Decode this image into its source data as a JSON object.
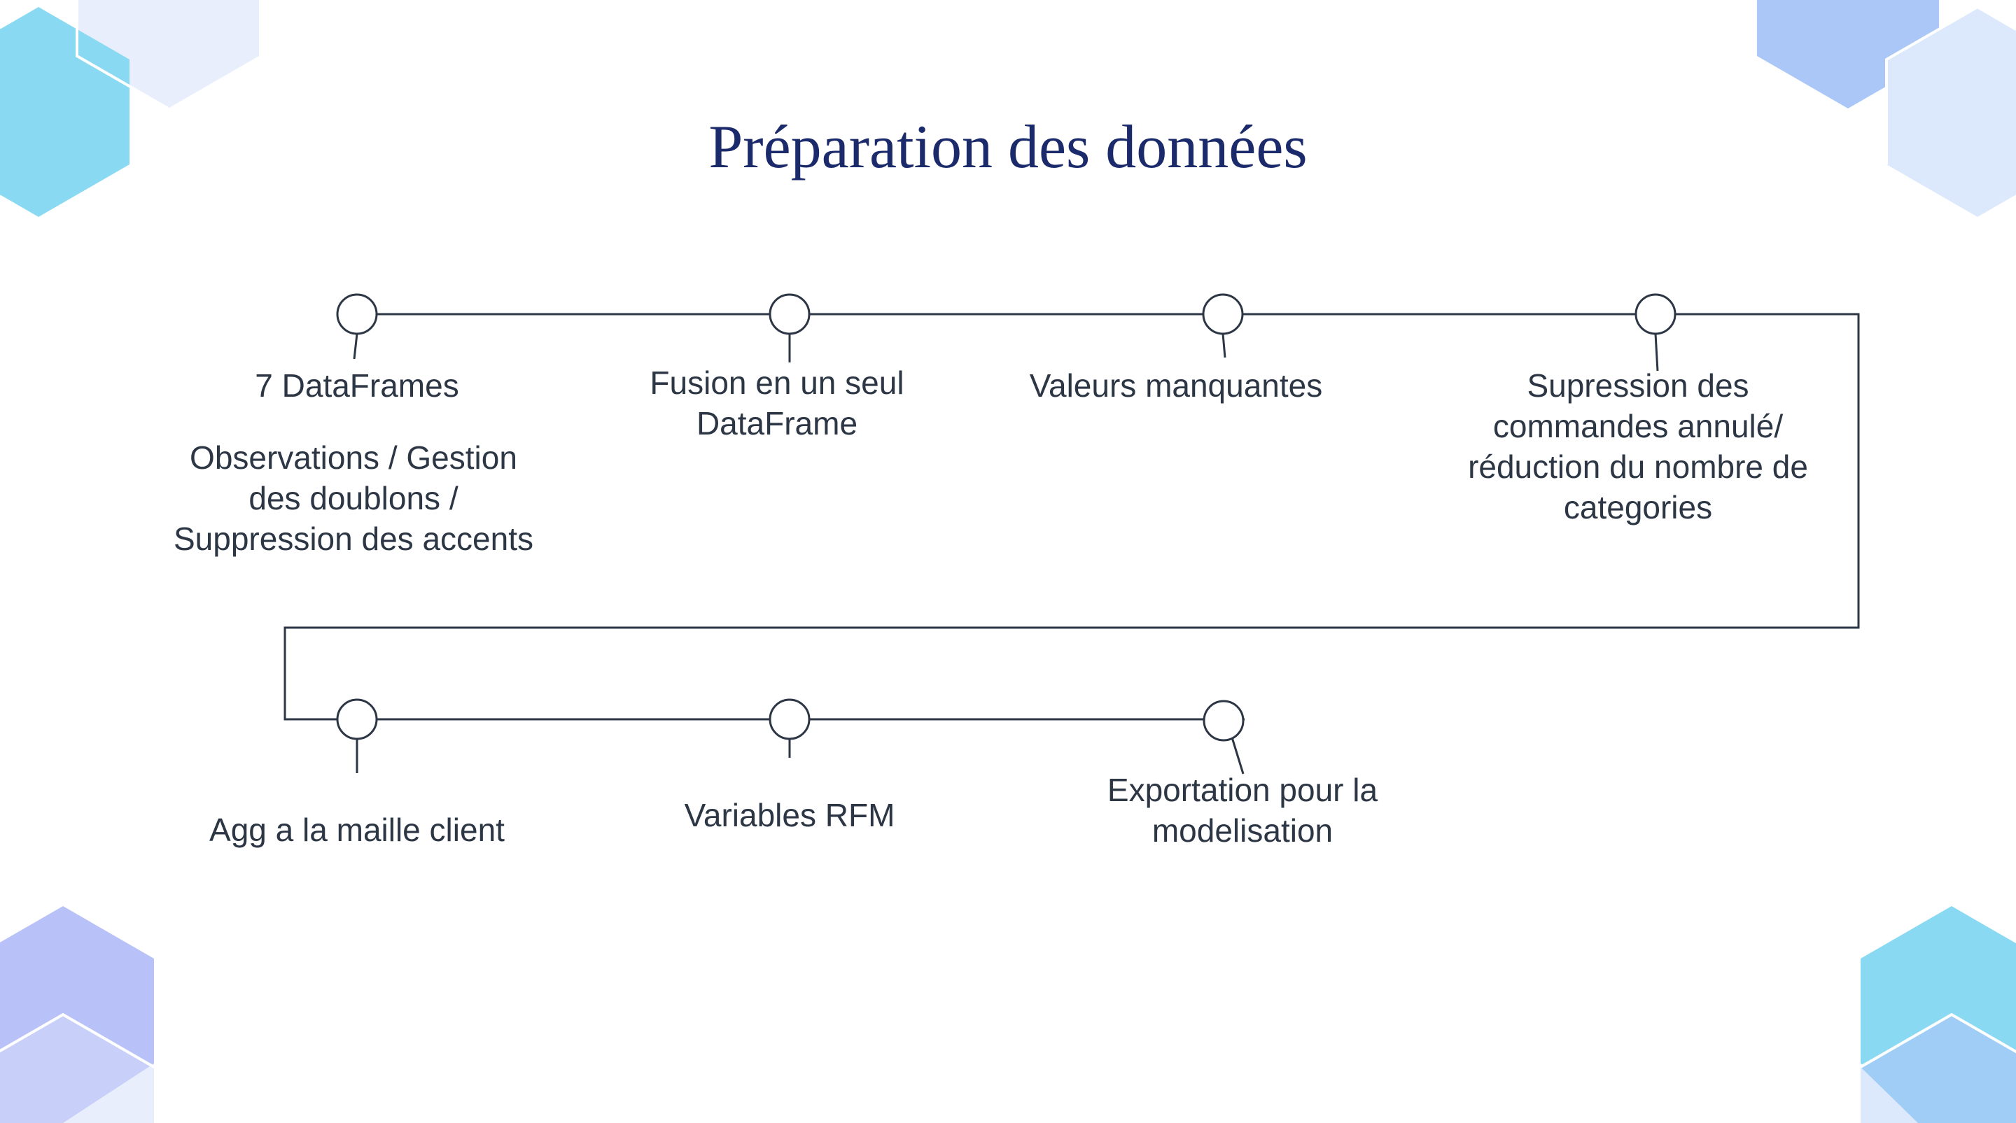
{
  "title": "Préparation des données",
  "colors": {
    "title": "#1b2a6b",
    "line": "#2c3644",
    "hex_cyan": "#8ad9f3",
    "hex_blue": "#aac7f7",
    "hex_pale": "#e8eefb",
    "hex_periwinkle": "#b9c2f8"
  },
  "steps": [
    {
      "label": "7 DataFrames",
      "note": "Observations / Gestion des doublons / Suppression des accents"
    },
    {
      "label": "Fusion en un seul DataFrame"
    },
    {
      "label": "Valeurs manquantes"
    },
    {
      "label": "Supression des commandes annulé/ réduction du nombre de categories"
    },
    {
      "label": "Agg a la maille client"
    },
    {
      "label": "Variables RFM"
    },
    {
      "label": "Exportation pour la modelisation"
    }
  ]
}
